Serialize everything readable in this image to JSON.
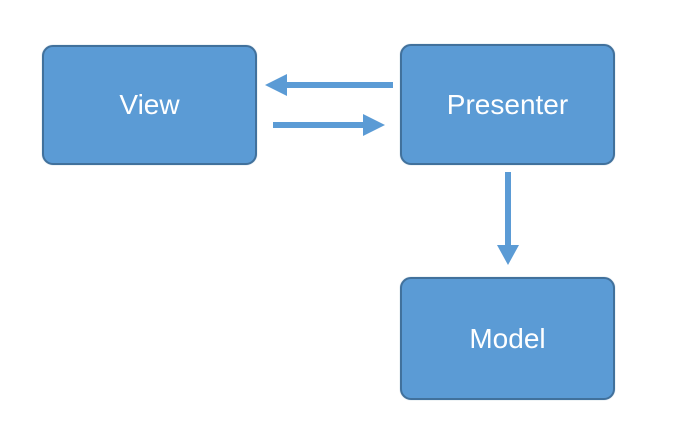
{
  "diagram": {
    "colors": {
      "background": "#FFFFFF",
      "node_fill": "#5B9BD5",
      "node_border": "#41719C",
      "arrow": "#5B9BD5",
      "label_text": "#FFFFFF"
    },
    "nodes": [
      {
        "id": "view",
        "label": "View"
      },
      {
        "id": "presenter",
        "label": "Presenter"
      },
      {
        "id": "model",
        "label": "Model"
      }
    ],
    "arrows": [
      {
        "id": "presenter-to-view",
        "from": "Presenter",
        "to": "View",
        "direction": "left"
      },
      {
        "id": "view-to-presenter",
        "from": "View",
        "to": "Presenter",
        "direction": "right"
      },
      {
        "id": "presenter-to-model",
        "from": "Presenter",
        "to": "Model",
        "direction": "down"
      }
    ]
  }
}
